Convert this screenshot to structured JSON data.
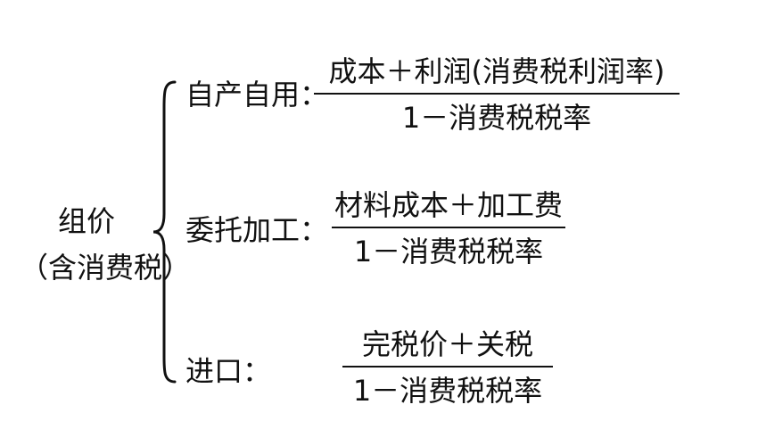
{
  "root": {
    "line1": "组价",
    "line2": "（含消费税）"
  },
  "branches": [
    {
      "label": "自产自用：",
      "numerator": "成本＋利润(消费税利润率)",
      "denominator": "1－消费税税率"
    },
    {
      "label": "委托加工：",
      "numerator": "材料成本＋加工费",
      "denominator": "1－消费税税率"
    },
    {
      "label": "进口：",
      "numerator": "完税价＋关税",
      "denominator": "1－消费税税率"
    }
  ],
  "colors": {
    "text": "#111111",
    "background": "#ffffff"
  }
}
